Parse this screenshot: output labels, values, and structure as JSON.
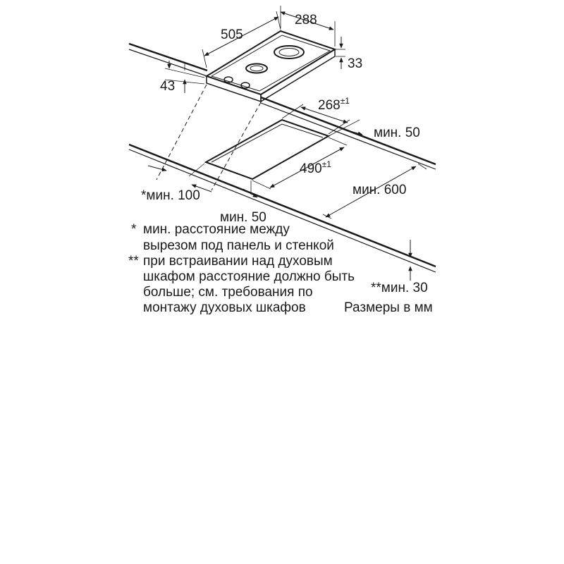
{
  "dimensions": {
    "hob_width": "505",
    "hob_depth": "288",
    "hob_depth_offset": "33",
    "hob_height": "43",
    "cutout_width": "268",
    "cutout_width_tol": "±1",
    "cutout_depth": "490",
    "cutout_depth_tol": "±1",
    "min_rear": "мин. 50",
    "min_side": "*мин. 100",
    "min_front": "мин. 50",
    "min_top": "мин. 600",
    "min_oven": "**мин. 30"
  },
  "notes": {
    "star1_mark": "*",
    "star1_line1": "мин. расстояние между",
    "star1_line2": "вырезом под панель и стенкой",
    "star2_mark": "**",
    "star2_line1": "при встраивании над духовым",
    "star2_line2": "шкафом расстояние должно быть",
    "star2_line3": "больше; см. требования по",
    "star2_line4": "монтажу духовых шкафов",
    "units": "Размеры в мм"
  },
  "colors": {
    "line": "#1a1a1a",
    "background": "#ffffff"
  }
}
